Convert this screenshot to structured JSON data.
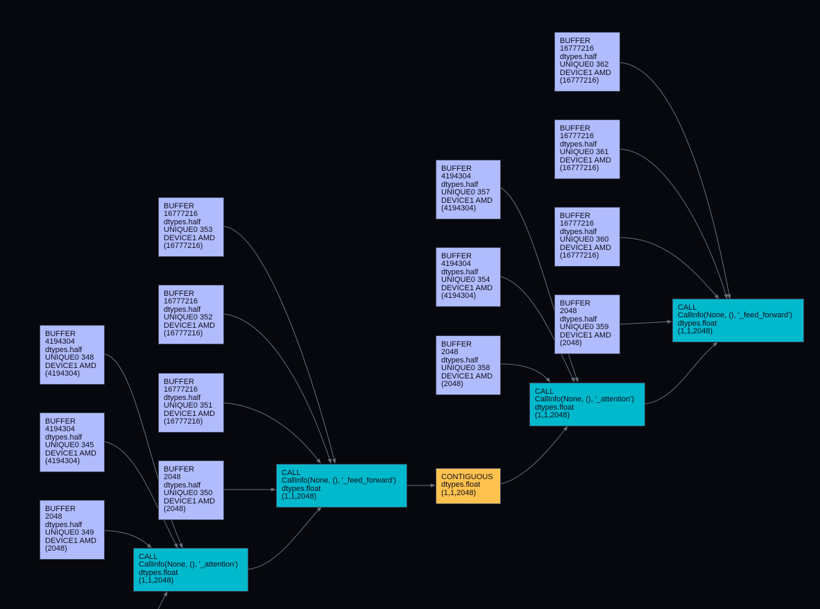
{
  "colors": {
    "background": "#07080d",
    "buffer": "#b1bcfe",
    "call": "#00b9cd",
    "contiguous": "#ffc24f",
    "edge": "#6a6f7c"
  },
  "nodes": {
    "b362": {
      "lines": [
        "BUFFER",
        "16777216",
        "dtypes.half",
        "UNIQUE0 362",
        "DEVICE1 AMD",
        "(16777216)"
      ]
    },
    "b361": {
      "lines": [
        "BUFFER",
        "16777216",
        "dtypes.half",
        "UNIQUE0 361",
        "DEVICE1 AMD",
        "(16777216)"
      ]
    },
    "b360": {
      "lines": [
        "BUFFER",
        "16777216",
        "dtypes.half",
        "UNIQUE0 360",
        "DEVICE1 AMD",
        "(16777216)"
      ]
    },
    "b359": {
      "lines": [
        "BUFFER",
        "2048",
        "dtypes.half",
        "UNIQUE0 359",
        "DEVICE1 AMD",
        "(2048)"
      ]
    },
    "b357": {
      "lines": [
        "BUFFER",
        "4194304",
        "dtypes.half",
        "UNIQUE0 357",
        "DEVICE1 AMD",
        "(4194304)"
      ]
    },
    "b354": {
      "lines": [
        "BUFFER",
        "4194304",
        "dtypes.half",
        "UNIQUE0 354",
        "DEVICE1 AMD",
        "(4194304)"
      ]
    },
    "b358": {
      "lines": [
        "BUFFER",
        "2048",
        "dtypes.half",
        "UNIQUE0 358",
        "DEVICE1 AMD",
        "(2048)"
      ]
    },
    "b353": {
      "lines": [
        "BUFFER",
        "16777216",
        "dtypes.half",
        "UNIQUE0 353",
        "DEVICE1 AMD",
        "(16777216)"
      ]
    },
    "b352": {
      "lines": [
        "BUFFER",
        "16777216",
        "dtypes.half",
        "UNIQUE0 352",
        "DEVICE1 AMD",
        "(16777216)"
      ]
    },
    "b351": {
      "lines": [
        "BUFFER",
        "16777216",
        "dtypes.half",
        "UNIQUE0 351",
        "DEVICE1 AMD",
        "(16777216)"
      ]
    },
    "b350": {
      "lines": [
        "BUFFER",
        "2048",
        "dtypes.half",
        "UNIQUE0 350",
        "DEVICE1 AMD",
        "(2048)"
      ]
    },
    "b348": {
      "lines": [
        "BUFFER",
        "4194304",
        "dtypes.half",
        "UNIQUE0 348",
        "DEVICE1 AMD",
        "(4194304)"
      ]
    },
    "b345": {
      "lines": [
        "BUFFER",
        "4194304",
        "dtypes.half",
        "UNIQUE0 345",
        "DEVICE1 AMD",
        "(4194304)"
      ]
    },
    "b349": {
      "lines": [
        "BUFFER",
        "2048",
        "dtypes.half",
        "UNIQUE0 349",
        "DEVICE1 AMD",
        "(2048)"
      ]
    },
    "c_ff2": {
      "lines": [
        "CALL",
        "CallInfo(None, (), '_feed_forward')",
        "dtypes.float",
        "(1,1,2048)"
      ]
    },
    "c_att2": {
      "lines": [
        "CALL",
        "CallInfo(None, (), '_attention')",
        "dtypes.float",
        "(1,1,2048)"
      ]
    },
    "c_ff1": {
      "lines": [
        "CALL",
        "CallInfo(None, (), '_feed_forward')",
        "dtypes.float",
        "(1,1,2048)"
      ]
    },
    "c_att1": {
      "lines": [
        "CALL",
        "CallInfo(None, (), '_attention')",
        "dtypes.float",
        "(1,1,2048)"
      ]
    },
    "contig": {
      "lines": [
        "CONTIGUOUS",
        "dtypes.float",
        "(1,1,2048)"
      ]
    }
  }
}
